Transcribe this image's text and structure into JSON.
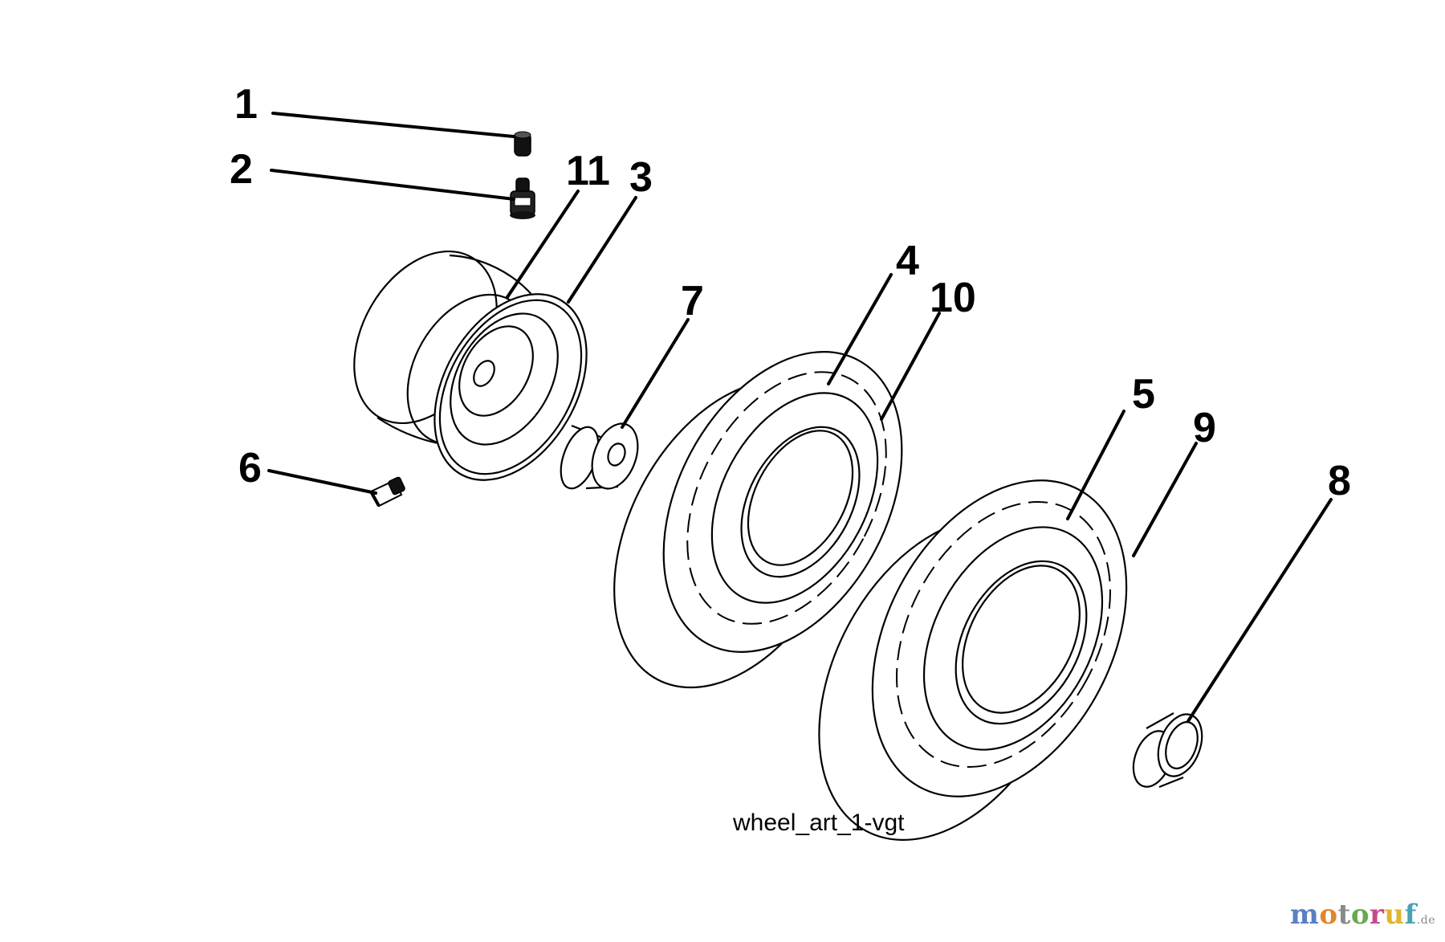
{
  "diagram": {
    "caption": "wheel_art_1-vgt",
    "callouts": {
      "n1": "1",
      "n2": "2",
      "n3": "3",
      "n4": "4",
      "n5": "5",
      "n6": "6",
      "n7": "7",
      "n8": "8",
      "n9": "9",
      "n10": "10",
      "n11": "11"
    }
  },
  "watermark": {
    "text": "motoruf",
    "suffix": ".de",
    "letter_colors": [
      "#5b7fc4",
      "#e0862f",
      "#8a8a8a",
      "#6aa84f",
      "#c64b8c",
      "#e0b52f",
      "#4aa3b5"
    ]
  }
}
